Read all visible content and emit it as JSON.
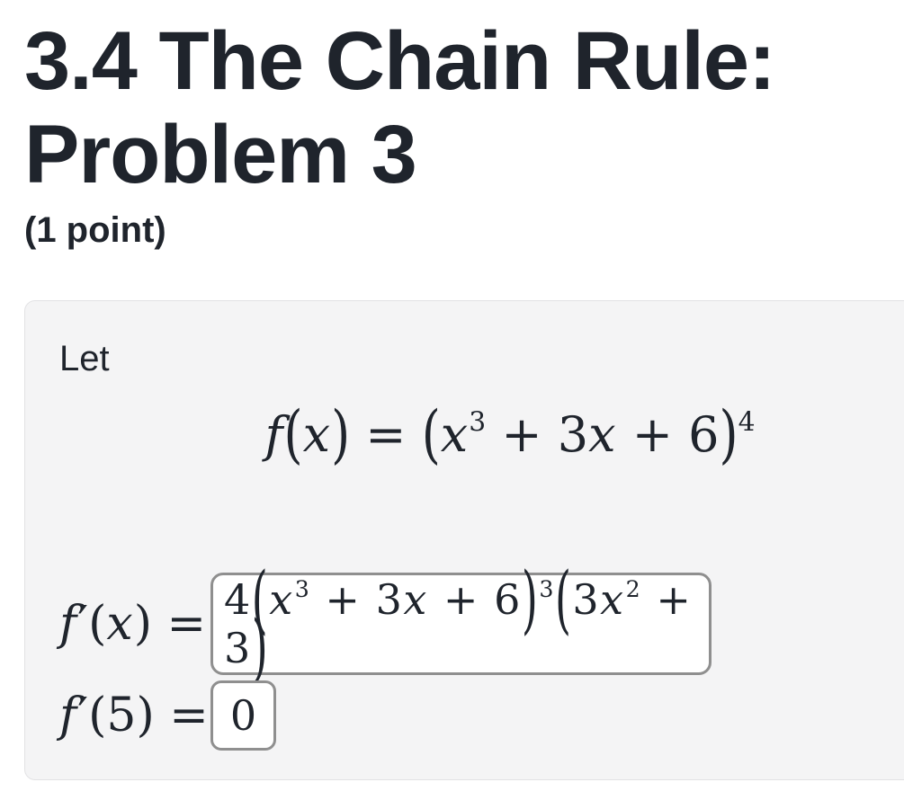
{
  "header": {
    "title": "3.4 The Chain Rule: Problem 3",
    "points": "(1 point)"
  },
  "problem": {
    "intro": "Let",
    "equation": "f(x) = (x^3 + 3x + 6)^4",
    "answers": [
      {
        "label": "f′(x) =",
        "value": "4(x^3 + 3x + 6)^3(3x^2 + 3)"
      },
      {
        "label": "f′(5) =",
        "value": "0"
      }
    ]
  },
  "colors": {
    "text": "#1f242c",
    "panel_bg": "#f4f4f5",
    "panel_border": "#e2e2e4",
    "input_border": "#8f8f8f",
    "input_bg": "#ffffff"
  }
}
